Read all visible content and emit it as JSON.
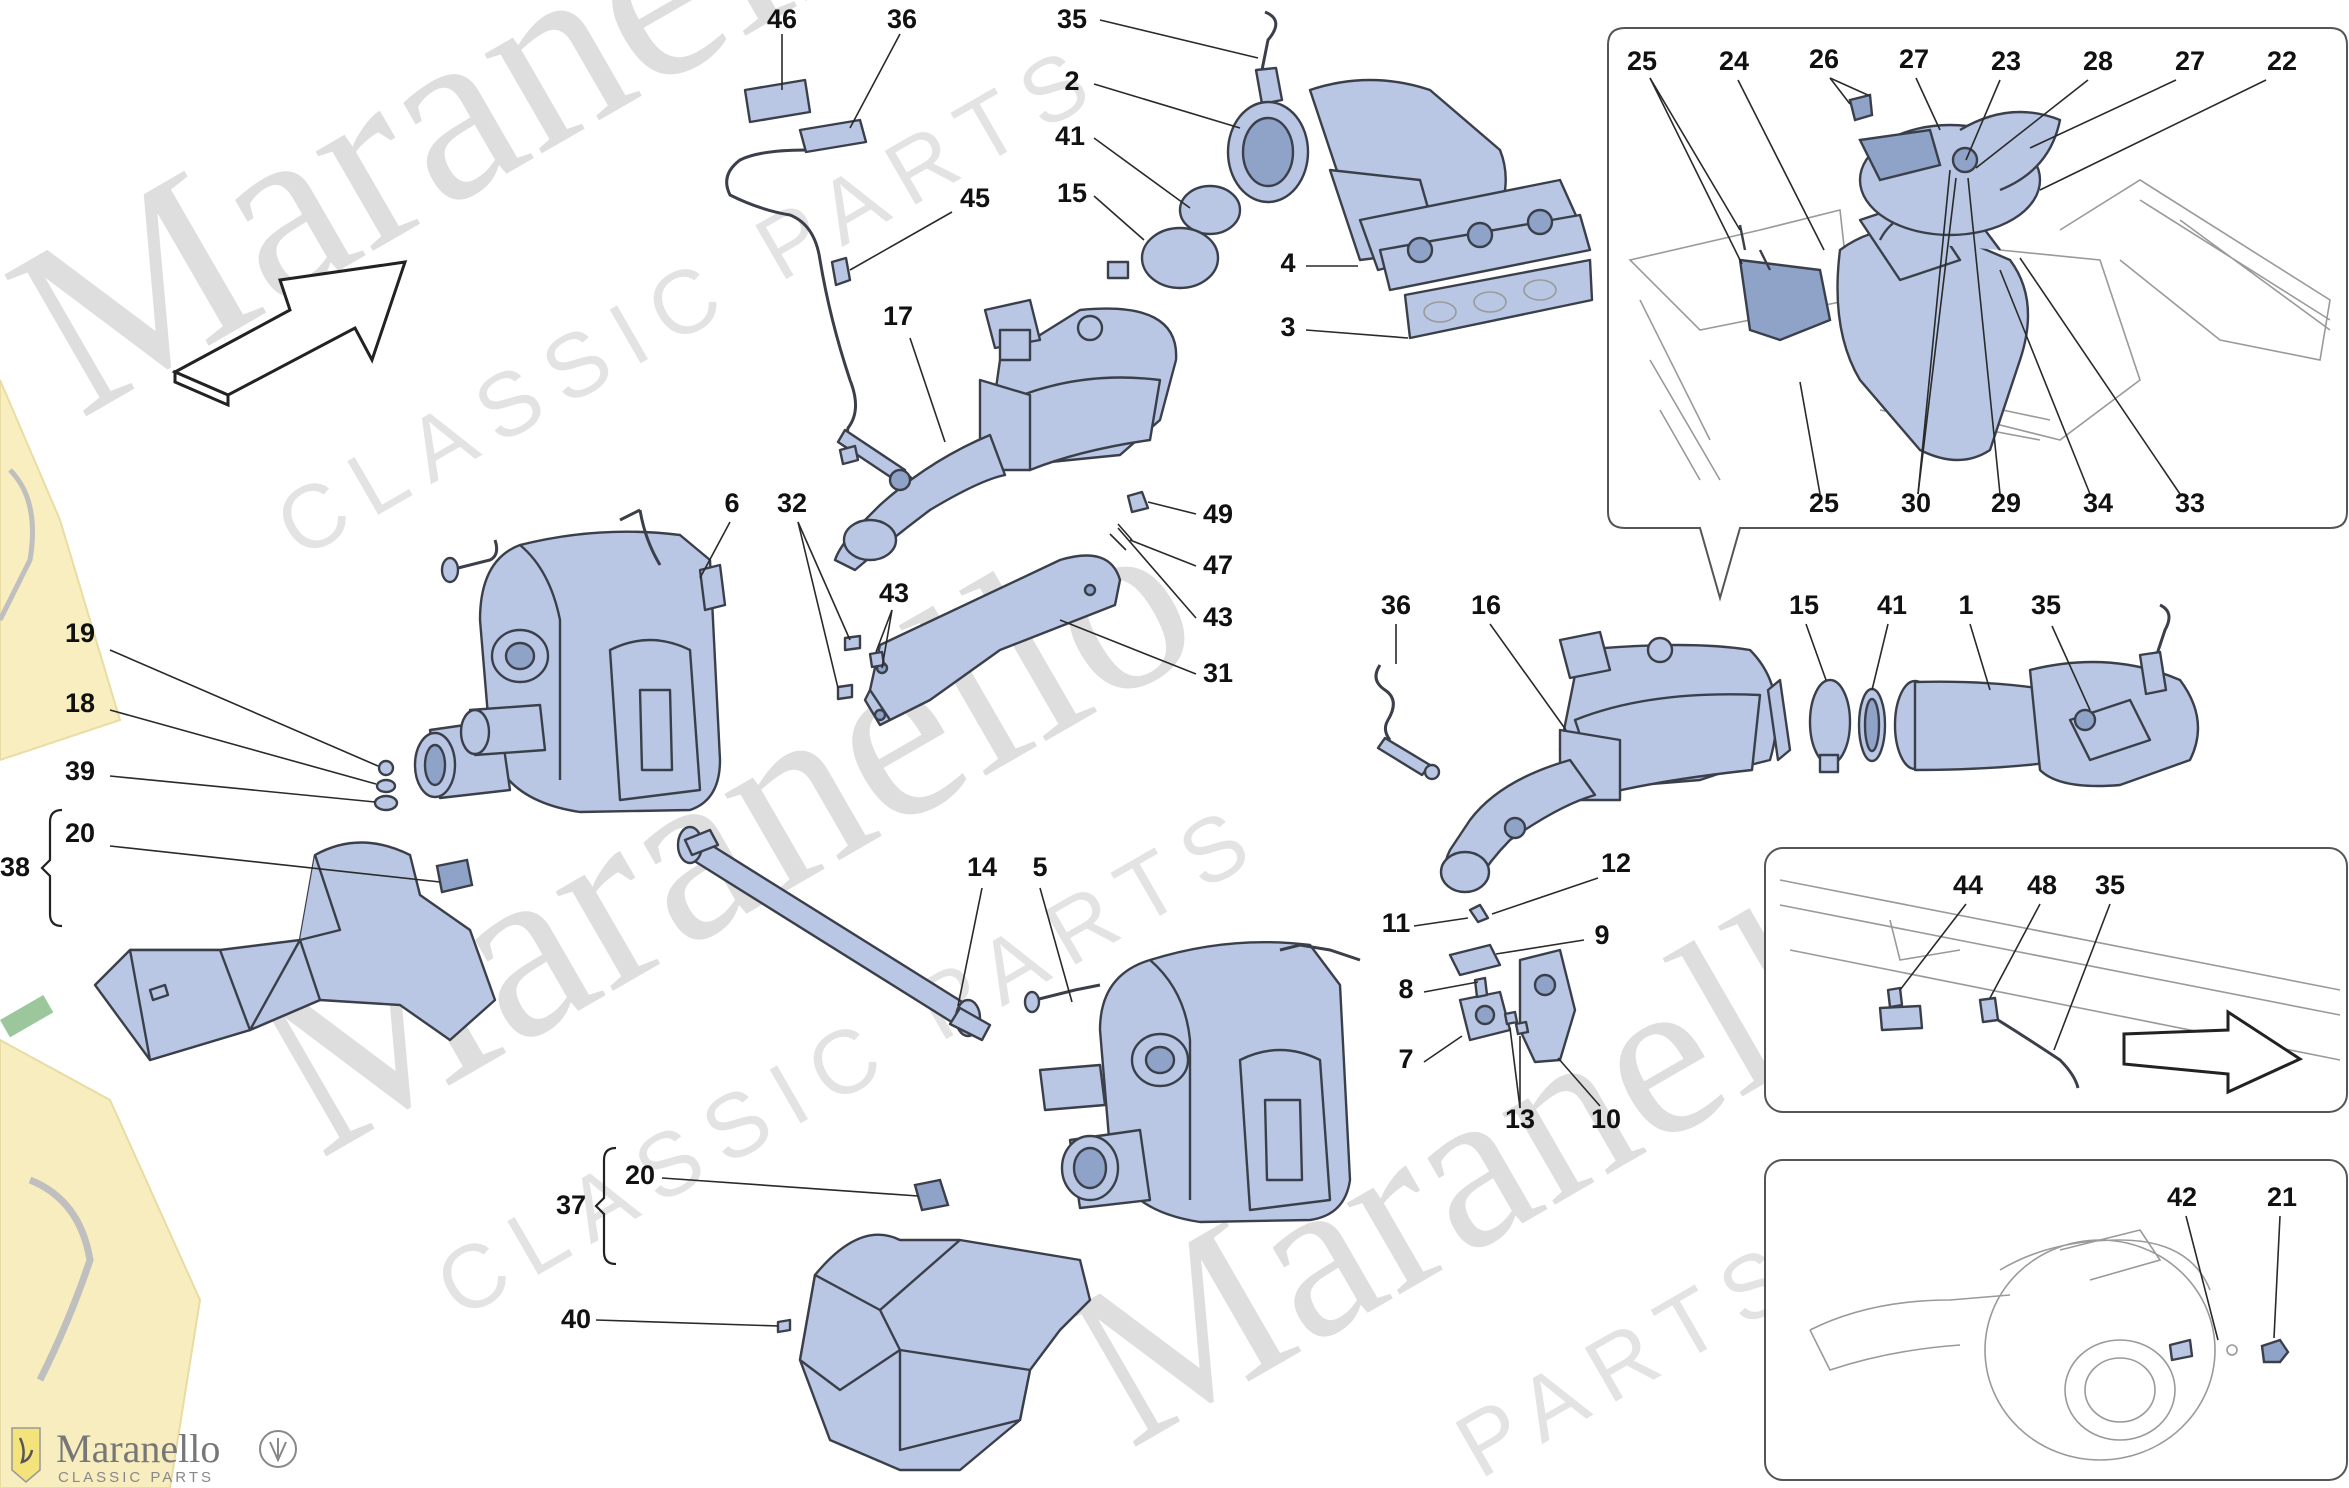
{
  "watermark": {
    "brand": "Maranello",
    "tagline": "CLASSIC PARTS",
    "tagline_alt": "PARTS"
  },
  "logo": {
    "name": "Maranello",
    "tagline": "CLASSIC PARTS"
  },
  "brace_groups": [
    {
      "label": "38"
    },
    {
      "label": "37"
    }
  ],
  "callouts": [
    {
      "id": "c46",
      "text": "46"
    },
    {
      "id": "c36a",
      "text": "36"
    },
    {
      "id": "c35a",
      "text": "35"
    },
    {
      "id": "c2",
      "text": "2"
    },
    {
      "id": "c41a",
      "text": "41"
    },
    {
      "id": "c15a",
      "text": "15"
    },
    {
      "id": "c45",
      "text": "45"
    },
    {
      "id": "c4",
      "text": "4"
    },
    {
      "id": "c3",
      "text": "3"
    },
    {
      "id": "c17",
      "text": "17"
    },
    {
      "id": "c6",
      "text": "6"
    },
    {
      "id": "c32",
      "text": "32"
    },
    {
      "id": "c43a",
      "text": "43"
    },
    {
      "id": "c49",
      "text": "49"
    },
    {
      "id": "c47",
      "text": "47"
    },
    {
      "id": "c43b",
      "text": "43"
    },
    {
      "id": "c31",
      "text": "31"
    },
    {
      "id": "c19",
      "text": "19"
    },
    {
      "id": "c18",
      "text": "18"
    },
    {
      "id": "c39",
      "text": "39"
    },
    {
      "id": "c20a",
      "text": "20"
    },
    {
      "id": "c14",
      "text": "14"
    },
    {
      "id": "c5",
      "text": "5"
    },
    {
      "id": "c36b",
      "text": "36"
    },
    {
      "id": "c16",
      "text": "16"
    },
    {
      "id": "c15b",
      "text": "15"
    },
    {
      "id": "c41b",
      "text": "41"
    },
    {
      "id": "c1",
      "text": "1"
    },
    {
      "id": "c35b",
      "text": "35"
    },
    {
      "id": "c11",
      "text": "11"
    },
    {
      "id": "c12",
      "text": "12"
    },
    {
      "id": "c9",
      "text": "9"
    },
    {
      "id": "c8",
      "text": "8"
    },
    {
      "id": "c7",
      "text": "7"
    },
    {
      "id": "c13",
      "text": "13"
    },
    {
      "id": "c10",
      "text": "10"
    },
    {
      "id": "c20b",
      "text": "20"
    },
    {
      "id": "c40",
      "text": "40"
    },
    {
      "id": "c25a",
      "text": "25"
    },
    {
      "id": "c24",
      "text": "24"
    },
    {
      "id": "c26",
      "text": "26"
    },
    {
      "id": "c27a",
      "text": "27"
    },
    {
      "id": "c23",
      "text": "23"
    },
    {
      "id": "c28",
      "text": "28"
    },
    {
      "id": "c27b",
      "text": "27"
    },
    {
      "id": "c22",
      "text": "22"
    },
    {
      "id": "c25b",
      "text": "25"
    },
    {
      "id": "c30",
      "text": "30"
    },
    {
      "id": "c29",
      "text": "29"
    },
    {
      "id": "c34",
      "text": "34"
    },
    {
      "id": "c33",
      "text": "33"
    },
    {
      "id": "c44",
      "text": "44"
    },
    {
      "id": "c48",
      "text": "48"
    },
    {
      "id": "c35c",
      "text": "35"
    },
    {
      "id": "c42",
      "text": "42"
    },
    {
      "id": "c21",
      "text": "21"
    }
  ],
  "colors": {
    "part_fill": "#b9c7e4",
    "part_outline": "#3a3f4a",
    "watermark": "#d9d9d9",
    "background": "#ffffff"
  }
}
